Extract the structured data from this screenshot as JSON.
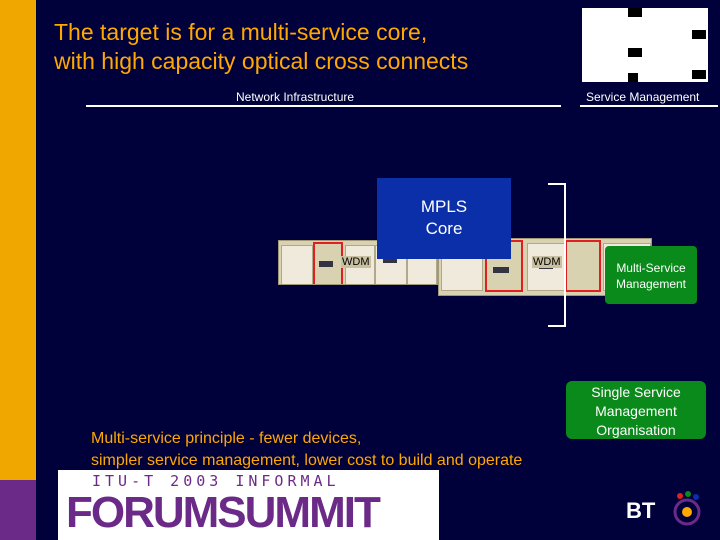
{
  "slide": {
    "title_line1": "The target is for a multi-service core,",
    "title_line2": "with high capacity optical cross connects",
    "network_label": "Network Infrastructure",
    "service_label": "Service Management",
    "mpls_line1": "MPLS",
    "mpls_line2": "Core",
    "wdm_left": "WDM",
    "wdm_right": "WDM",
    "msm_line1": "Multi-Service",
    "msm_line2": "Management",
    "sso_line1": "Single Service",
    "sso_line2": "Management",
    "sso_line3": "Organisation",
    "principle_line1": "Multi-service principle - fewer devices,",
    "principle_line2": "simpler service management, lower cost to build and operate",
    "forum_top": "ITU-T 2003 INFORMAL",
    "forum_main": "FORUMSUMMIT",
    "bt_logo": "BT"
  },
  "colors": {
    "background": "#00003a",
    "accent_orange": "#ffa800",
    "green": "#0a8a1a",
    "mpls_blue": "#0a2fa8",
    "forum_purple": "#6b2a88"
  }
}
